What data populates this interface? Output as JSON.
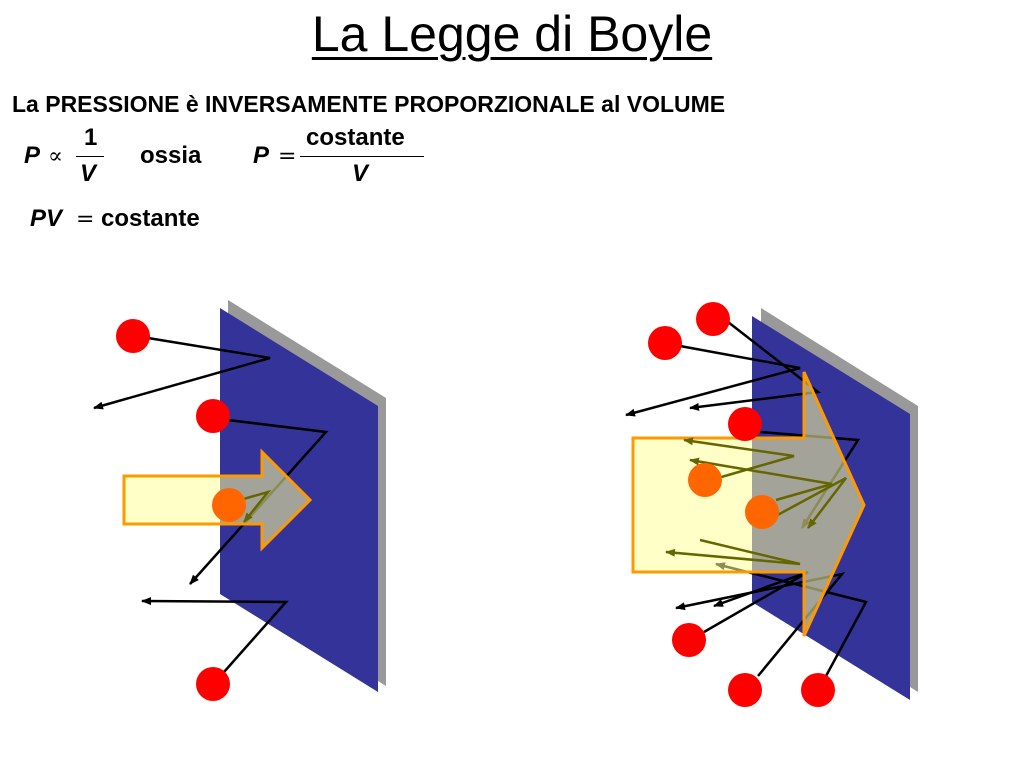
{
  "title": "La Legge di Boyle",
  "subtitle": "La PRESSIONE è INVERSAMENTE PROPORZIONALE al VOLUME",
  "formula1": {
    "lhs": "P",
    "proportional_symbol": "∝",
    "numerator": "1",
    "denominator": "V"
  },
  "connector": "ossia",
  "formula2": {
    "lhs": "P",
    "equals": "=",
    "numerator": "costante",
    "denominator": "V"
  },
  "formula3": {
    "lhs": "PV",
    "equals": "=",
    "rhs": "costante"
  },
  "colors": {
    "plate": "#333399",
    "plate_shadow": "#999999",
    "particle": "#ff0000",
    "particle_hit": "#ff6600",
    "arrow_fill": "#ffff99",
    "arrow_stroke": "#ff9900",
    "trajectory_front": "#000000",
    "trajectory_behind": "#666600"
  }
}
